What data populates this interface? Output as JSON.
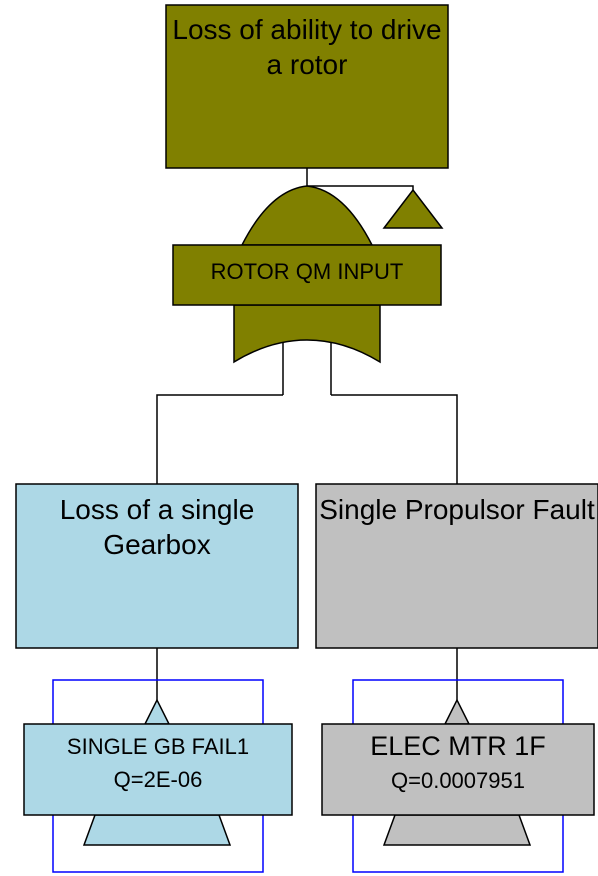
{
  "top_event": {
    "label": "Loss of ability to drive a rotor",
    "fill": "#808000"
  },
  "gate": {
    "label": "ROTOR QM INPUT",
    "type": "or-gate",
    "fill": "#808000"
  },
  "transfer_icon": "transfer-triangle",
  "children": [
    {
      "label": "Loss of a single Gearbox",
      "fill": "#add8e6",
      "basic_event": {
        "name": "SINGLE GB FAIL1",
        "q": "Q=2E-06",
        "fill": "#add8e6"
      }
    },
    {
      "label": "Single Propulsor Fault",
      "fill": "#c0c0c0",
      "basic_event": {
        "name": "ELEC MTR 1F",
        "q": "Q=0.0007951",
        "fill": "#c0c0c0"
      }
    }
  ],
  "colors": {
    "line": "#000000",
    "frame": "#0000ff"
  }
}
